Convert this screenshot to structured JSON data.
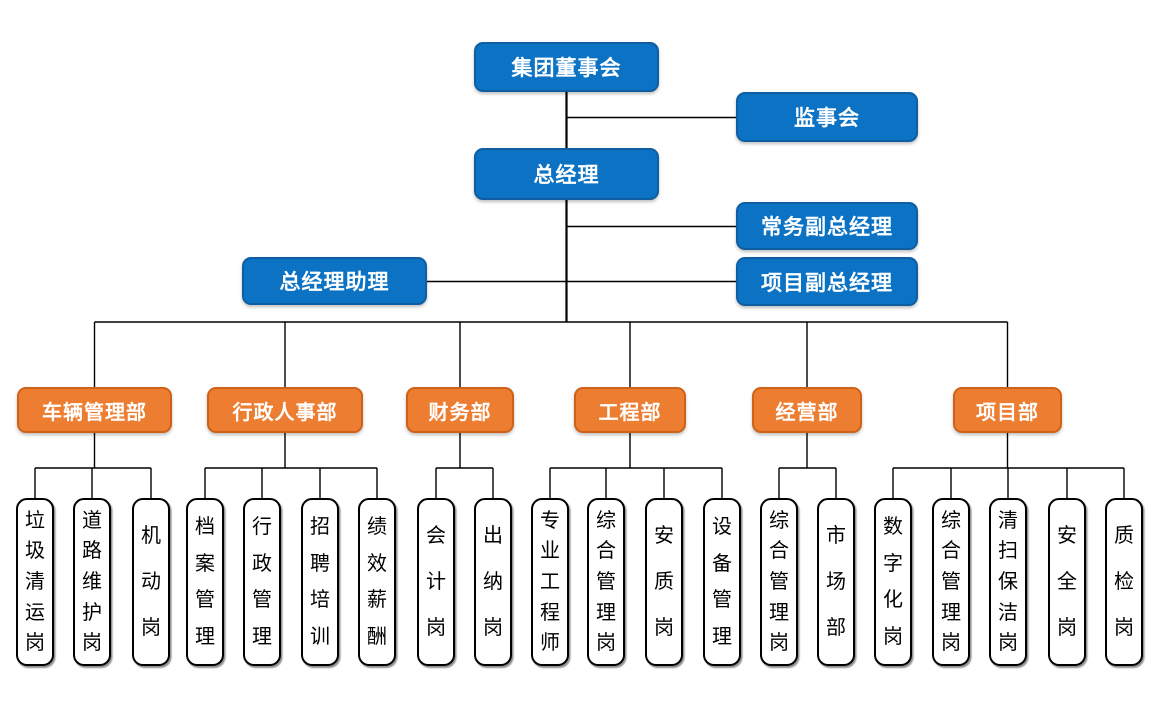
{
  "colors": {
    "executive_fill": "#0B72C4",
    "executive_border": "#0F5EA2",
    "department_fill": "#ED7D31",
    "department_border": "#CD6218",
    "position_fill": "#FFFFFF",
    "position_border": "#000000",
    "connector": "#000000",
    "text_light": "#FFFFFF",
    "text_dark": "#000000"
  },
  "executives": {
    "board": "集团董事会",
    "supervisory": "监事会",
    "general_manager": "总经理",
    "executive_deputy_gm": "常务副总经理",
    "gm_assistant": "总经理助理",
    "project_deputy_gm": "项目副总经理"
  },
  "departments": [
    {
      "label": "车辆管理部",
      "positions": [
        "垃圾清运岗",
        "道路维护岗",
        "机动岗"
      ]
    },
    {
      "label": "行政人事部",
      "positions": [
        "档案管理",
        "行政管理",
        "招聘培训",
        "绩效薪酬"
      ]
    },
    {
      "label": "财务部",
      "positions": [
        "会计岗",
        "出纳岗"
      ]
    },
    {
      "label": "工程部",
      "positions": [
        "专业工程师",
        "综合管理岗",
        "安质岗",
        "设备管理"
      ]
    },
    {
      "label": "经营部",
      "positions": [
        "综合管理岗",
        "市场部"
      ]
    },
    {
      "label": "项目部",
      "positions": [
        "数字化岗",
        "综合管理岗",
        "清扫保洁岗",
        "安全岗",
        "质检岗"
      ]
    }
  ]
}
